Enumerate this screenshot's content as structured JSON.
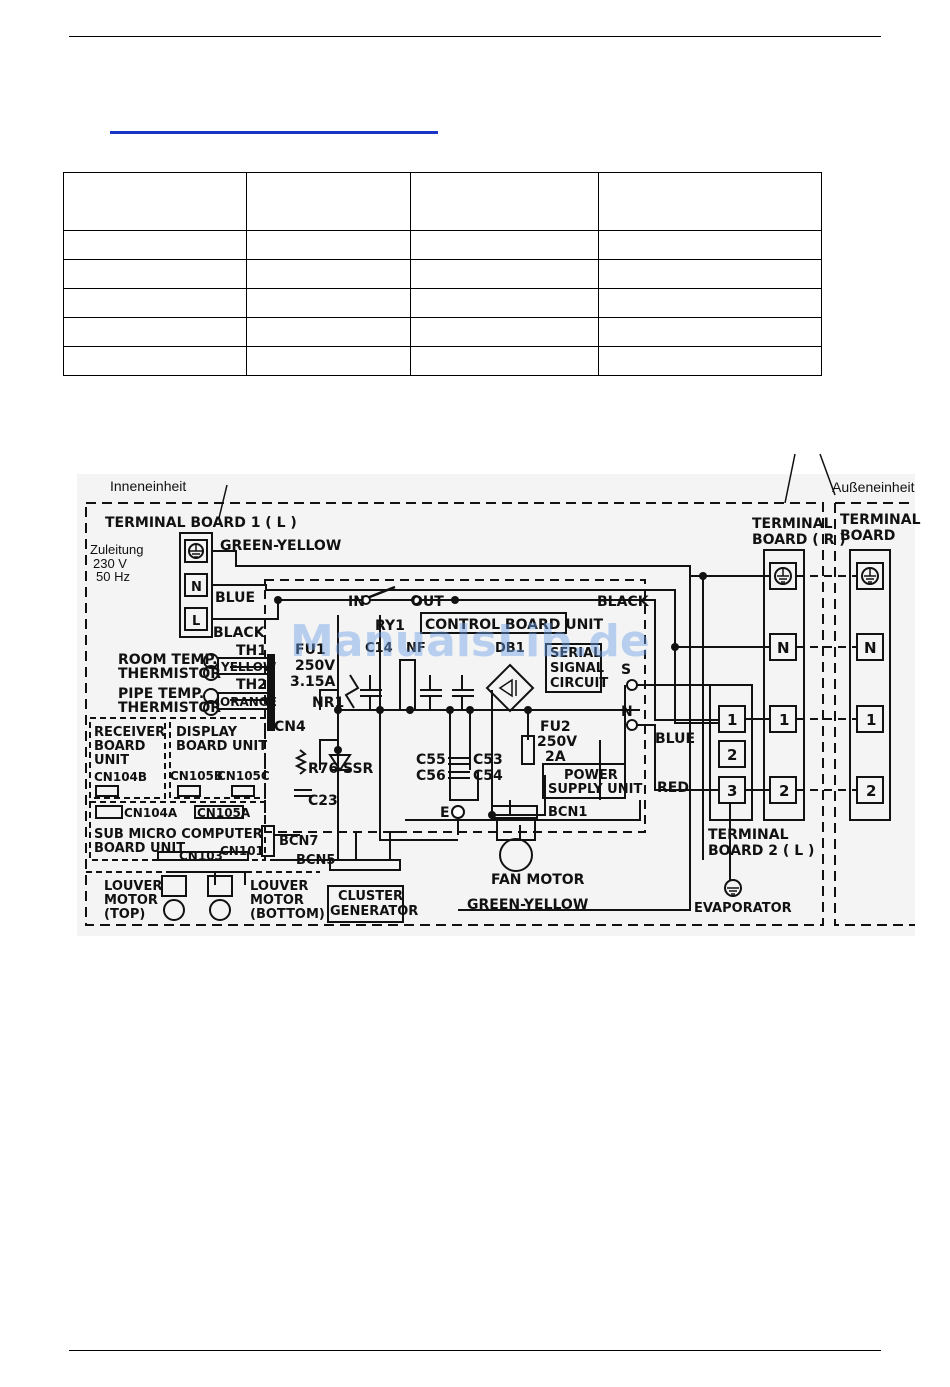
{
  "header": {
    "rule": "top"
  },
  "table": {
    "rows": [
      [
        "",
        "",
        "",
        ""
      ],
      [
        "",
        "",
        "",
        ""
      ],
      [
        "",
        "",
        "",
        ""
      ],
      [
        "",
        "",
        "",
        ""
      ],
      [
        "",
        "",
        "",
        ""
      ],
      [
        "",
        "",
        "",
        ""
      ]
    ]
  },
  "diagram": {
    "labels": {
      "indoor": "Inneneinheit",
      "outdoor": "Außeneinheit",
      "supply_1": "Zuleitung",
      "supply_2": "230 V",
      "supply_3": "50 Hz",
      "tb1": "TERMINAL BOARD 1 ( L )",
      "tbr_1": "TERMINAL",
      "tbr_2": "BOARD ( R )",
      "tbo_1": "TERMINAL",
      "tbo_2": "BOARD",
      "green_yellow": "GREEN-YELLOW",
      "green_yellow_2": "GREEN-YELLOW",
      "blue": "BLUE",
      "blue_2": "BLUE",
      "black": "BLACK",
      "black_2": "BLACK",
      "red": "RED",
      "in": "IN",
      "out": "OUT",
      "ry1": "RY1",
      "control_board": "CONTROL BOARD UNIT",
      "serial_1": "SERIAL",
      "serial_2": "SIGNAL",
      "serial_3": "CIRCUIT",
      "fu1_1": "FU1",
      "fu1_2": "250V",
      "fu1_3": "3.15A",
      "nr1": "NR1",
      "c14": "C14",
      "nf": "NF",
      "db1": "DB1",
      "fu2_1": "FU2",
      "fu2_2": "250V",
      "fu2_3": "2A",
      "c55": "C55",
      "c56": "C56",
      "c53": "C53",
      "c54": "C54",
      "power_1": "POWER",
      "power_2": "SUPPLY UNIT",
      "r76": "R76",
      "ssr": "SSR",
      "c23": "C23",
      "room_1": "ROOM TEMP.",
      "room_2": "THERMISTOR",
      "pipe_1": "PIPE TEMP.",
      "pipe_2": "THERMISTOR",
      "th1": "TH1",
      "th2": "TH2",
      "yellow": "YELLOW",
      "orange": "ORANGE",
      "cn4": "CN4",
      "receiver_1": "RECEIVER",
      "receiver_2": "BOARD",
      "receiver_3": "UNIT",
      "cn104b": "CN104B",
      "display_1": "DISPLAY",
      "display_2": "BOARD UNIT",
      "cn105b": "CN105B",
      "cn105c": "CN105C",
      "cn104a": "CN104A",
      "cn105a": "CN105A",
      "sub_1": "SUB MICRO COMPUTER",
      "sub_2": "BOARD UNIT",
      "cn103": "CN103",
      "cn101": "CN101",
      "bcn7": "BCN7",
      "bcn5": "BCN5",
      "bcn1": "BCN1",
      "cluster_1": "CLUSTER",
      "cluster_2": "GENERATOR",
      "louver_top_1": "LOUVER",
      "louver_top_2": "MOTOR",
      "louver_top_3": "(TOP)",
      "louver_bot_1": "LOUVER",
      "louver_bot_2": "MOTOR",
      "louver_bot_3": "(BOTTOM)",
      "fan_motor": "FAN MOTOR",
      "evaporator": "EVAPORATOR",
      "tb2_1": "TERMINAL",
      "tb2_2": "BOARD 2 ( L )",
      "s": "S",
      "n_small": "N",
      "e": "E",
      "n": "N",
      "l": "L",
      "t1": "1",
      "t2": "2",
      "t3": "3",
      "r_n": "N",
      "r_1": "1",
      "r_2": "2",
      "o_n": "N",
      "o_1": "1",
      "o_2": "2",
      "watermark": "ManualsLib.de"
    }
  },
  "footer": {
    "rule": "bottom"
  }
}
